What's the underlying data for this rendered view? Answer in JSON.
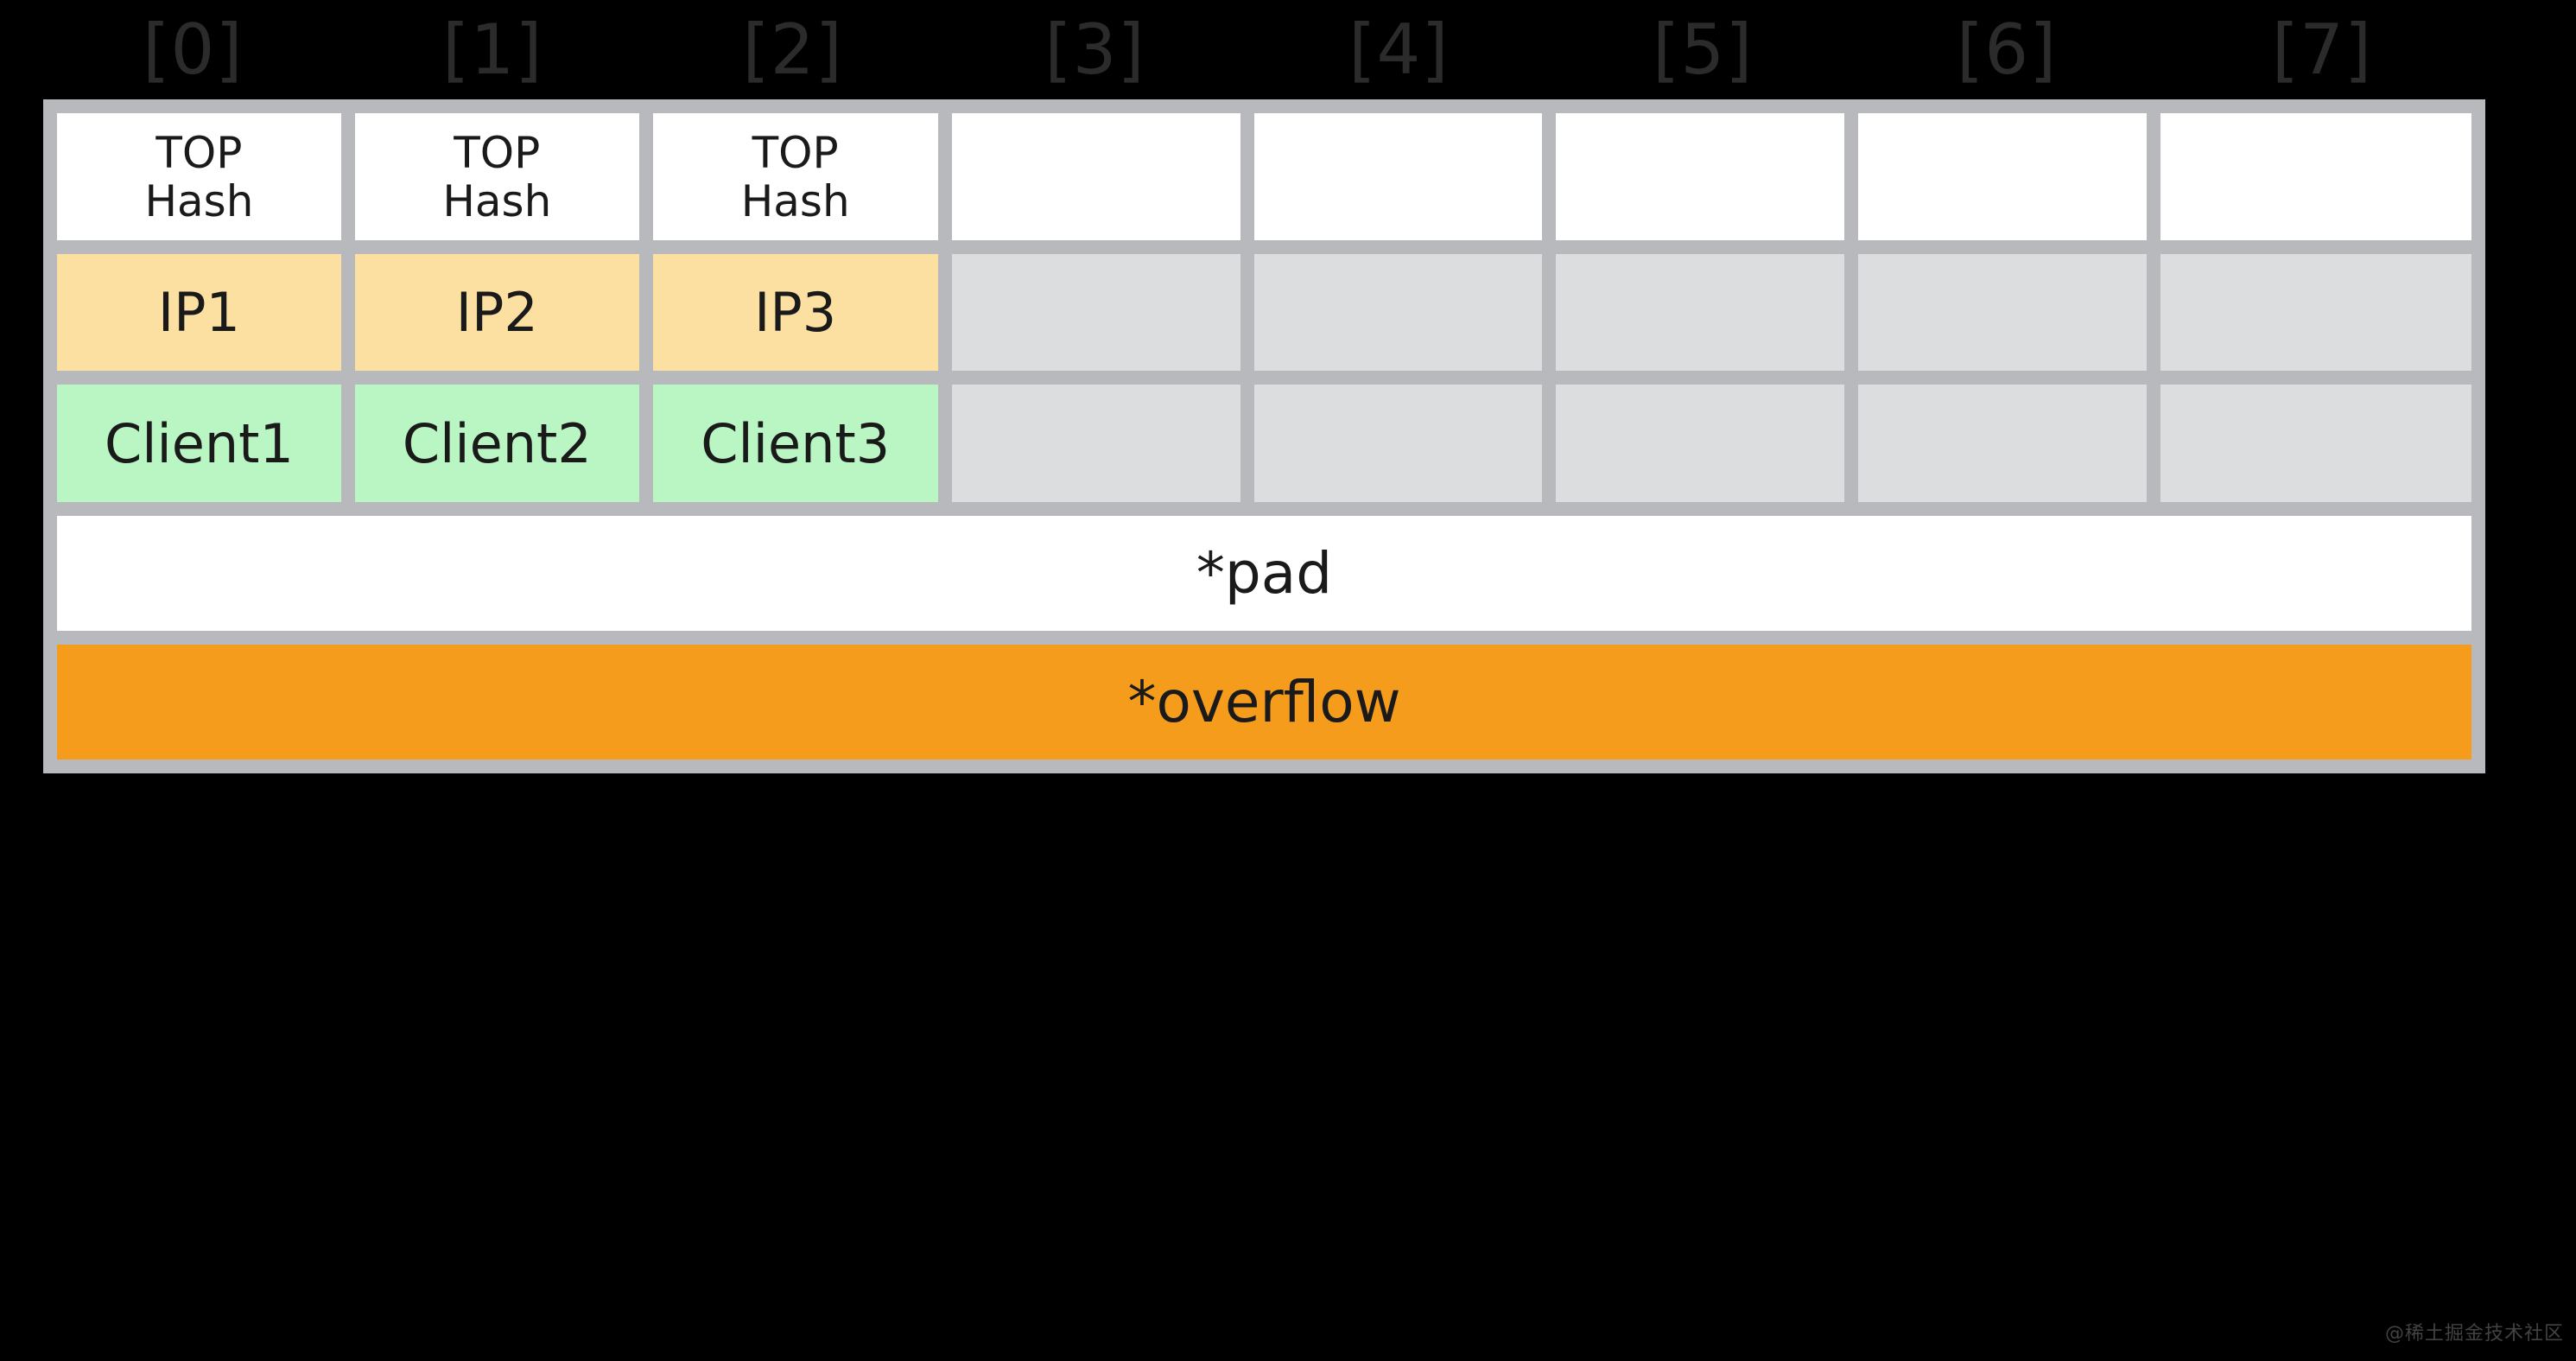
{
  "diagram": {
    "title_indices": [
      "[0]",
      "[1]",
      "[2]",
      "[3]",
      "[4]",
      "[5]",
      "[6]",
      "[7]"
    ],
    "bucket_count": 8,
    "columns_filled": 3,
    "rows": {
      "hash": {
        "label": "TOP Hash",
        "cells": [
          "TOP\nHash",
          "TOP\nHash",
          "TOP\nHash",
          "",
          "",
          "",
          "",
          ""
        ],
        "filled_style": "white",
        "empty_style": "white"
      },
      "ip": {
        "label": "IP",
        "cells": [
          "IP1",
          "IP2",
          "IP3",
          "",
          "",
          "",
          "",
          ""
        ],
        "filled_style": "peach",
        "empty_style": "empty"
      },
      "client": {
        "label": "Client",
        "cells": [
          "Client1",
          "Client2",
          "Client3",
          "",
          "",
          "",
          "",
          ""
        ],
        "filled_style": "green",
        "empty_style": "empty"
      }
    },
    "footer_rows": [
      {
        "key": "pad",
        "label": "*pad",
        "style": "pad"
      },
      {
        "key": "overflow",
        "label": "*overflow",
        "style": "overflow"
      }
    ]
  },
  "colors": {
    "background": "#000000",
    "grid_line": "#b8b9bd",
    "cell_white": "#ffffff",
    "cell_empty_gray": "#dcdddf",
    "cell_peach": "#fce0a2",
    "cell_green": "#b9f6c3",
    "overflow_orange": "#f59c1c",
    "index_text": "#2b2b2b",
    "cell_text": "#1a1a1a"
  },
  "watermark": {
    "text": "@稀土掘金技术社区"
  }
}
